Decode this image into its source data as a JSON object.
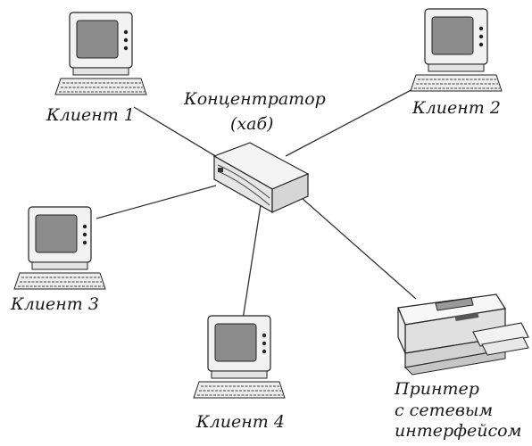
{
  "hub": {
    "title": "Концентратор",
    "subtitle": "(хаб)",
    "icon": "network-hub-icon"
  },
  "clients": [
    {
      "label": "Клиент 1",
      "icon": "desktop-computer-icon"
    },
    {
      "label": "Клиент 2",
      "icon": "desktop-computer-icon"
    },
    {
      "label": "Клиент 3",
      "icon": "desktop-computer-icon"
    },
    {
      "label": "Клиент 4",
      "icon": "desktop-computer-icon"
    }
  ],
  "printer": {
    "line1": "Принтер",
    "line2": "с сетевым",
    "line3": "интерфейсом",
    "icon": "network-printer-icon"
  },
  "colors": {
    "line": "#333333",
    "device_fill": "#f2f2f2",
    "screen": "#8c8c8c"
  }
}
